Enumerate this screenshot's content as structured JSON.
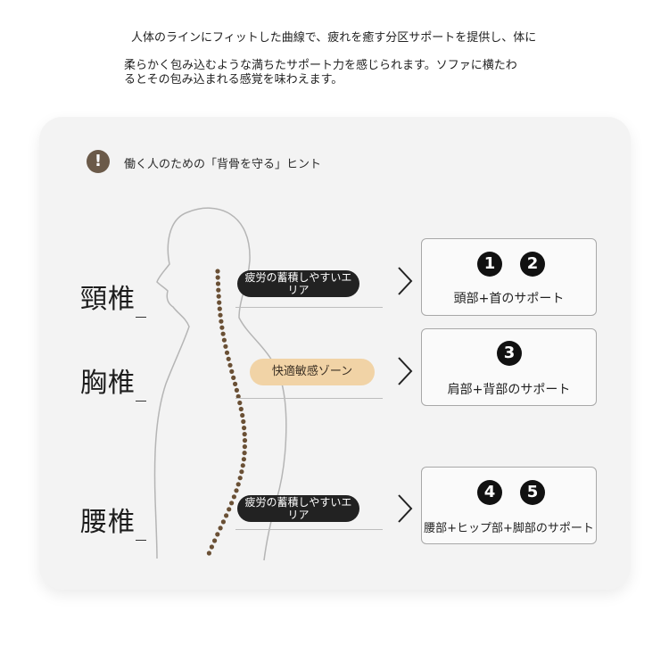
{
  "intro": {
    "line1": "人体のラインにフィットした曲線で、疲れを癒す分区サポートを提供し、体に",
    "line2": "柔らかく包み込むような満ちたサポート力を感じられます。ソファに横たわ",
    "line3": "るとその包み込まれる感覚を味わえます。"
  },
  "hint": {
    "icon": "!",
    "text": "働く人のための「背骨を守る」ヒント"
  },
  "regions": [
    {
      "label": "頸椎",
      "tag": "疲労の蓄積しやすいエリア",
      "numbers": [
        "1",
        "2"
      ],
      "caption": "頭部+首のサポート"
    },
    {
      "label": "胸椎",
      "tag": "快適敏感ゾーン",
      "numbers": [
        "3"
      ],
      "caption": "肩部+背部のサポート"
    },
    {
      "label": "腰椎",
      "tag": "疲労の蓄積しやすいエリア",
      "numbers": [
        "4",
        "5"
      ],
      "caption": "腰部+ヒップ部+脚部のサポート"
    }
  ],
  "colors": {
    "spine_dots": "#6a5035",
    "pill_dark": "#222222",
    "pill_light": "#f1d3a6",
    "hint_icon": "#6b5a49"
  }
}
